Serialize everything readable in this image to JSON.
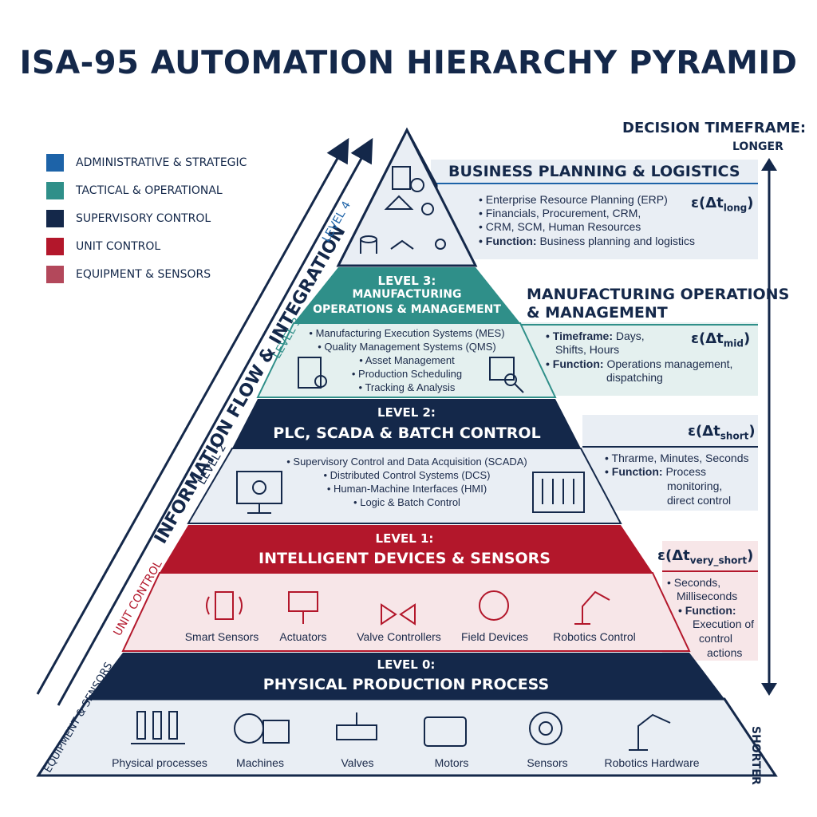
{
  "title": "ISA-95 AUTOMATION HIERARCHY PYRAMID",
  "legend": [
    {
      "label": "ADMINISTRATIVE & STRATEGIC",
      "color": "#1d63a8"
    },
    {
      "label": "TACTICAL & OPERATIONAL",
      "color": "#2f8f89"
    },
    {
      "label": "SUPERVISORY CONTROL",
      "color": "#14284a"
    },
    {
      "label": "UNIT CONTROL",
      "color": "#b3172b"
    },
    {
      "label": "EQUIPMENT & SENSORS",
      "color": "#b3485b"
    }
  ],
  "timeframe": {
    "title": "DECISION TIMEFRAME:",
    "top": "LONGER",
    "bottom": "SHORTER"
  },
  "flow_label": "INFORMATION FLOW & INTEGRATION",
  "side_labels": {
    "level4": "LEVEL 4",
    "level3": "LEVEL 3",
    "level2": "LEVEL 2",
    "unit": "UNIT CONTROL",
    "equip": "EQUIPMENT & SENSORS"
  },
  "level4": {
    "title": "BUSINESS PLANNING & LOGISTICS",
    "bullets": [
      "• Enterprise Resource Planning (ERP)",
      "• Financials, Procurement, CRM,",
      "• CRM, SCM, Human Resources"
    ],
    "function_label": "• Function:",
    "function_text": " Business planning and logistics",
    "eps_main": "ε(Δt",
    "eps_sub": "long",
    "eps_close": ")"
  },
  "level3": {
    "header_line1": "LEVEL 3:",
    "header_line2": "MANUFACTURING",
    "header_line3": "OPERATIONS & MANAGEMENT",
    "bullets": [
      "• Manufacturing Execution Systems (MES)",
      "• Quality Management Systems (QMS)",
      "• Asset Management",
      "• Production Scheduling",
      "• Tracking & Analysis"
    ],
    "right_title_line1": "MANUFACTURING OPERATIONS",
    "right_title_line2": "& MANAGEMENT",
    "timeframe_label": "• Timeframe:",
    "timeframe_text1": " Days,",
    "timeframe_text2": "Shifts, Hours",
    "function_label": "• Function:",
    "function_text1": " Operations management,",
    "function_text2": "dispatching",
    "eps_main": "ε(Δt",
    "eps_sub": "mid",
    "eps_close": ")"
  },
  "level2": {
    "header_line1": "LEVEL 2:",
    "header_line2": "PLC, SCADA & BATCH CONTROL",
    "bullets": [
      "• Supervisory Control and Data Acquisition (SCADA)",
      "• Distributed Control Systems (DCS)",
      "• Human-Machine Interfaces (HMI)",
      "• Logic & Batch Control"
    ],
    "right_line1": "• Thrarme, Minutes, Seconds",
    "function_label": "• Function:",
    "function_text1": " Process",
    "function_text2": "monitoring,",
    "function_text3": "direct control",
    "eps_main": "ε(Δt",
    "eps_sub": "short",
    "eps_close": ")"
  },
  "level1": {
    "header_line1": "LEVEL 1:",
    "header_line2": "INTELLIGENT DEVICES & SENSORS",
    "items": [
      "Smart Sensors",
      "Actuators",
      "Valve Controllers",
      "Field Devices",
      "Robotics Control"
    ],
    "right_line1": "• Seconds,",
    "right_line2": "Milliseconds",
    "function_label": "• Function:",
    "function_text1": "Execution of",
    "function_text2": "control",
    "function_text3": "actions",
    "eps_main": "ε(Δt",
    "eps_sub": "very_short",
    "eps_close": ")"
  },
  "level0": {
    "header_line1": "LEVEL 0:",
    "header_line2": "PHYSICAL PRODUCTION PROCESS",
    "items": [
      "Physical processes",
      "Machines",
      "Valves",
      "Motors",
      "Sensors",
      "Robotics Hardware"
    ]
  },
  "colors": {
    "navy": "#14284a",
    "teal": "#2f8f89",
    "red": "#b3172b",
    "light_teal": "#e4f0ef",
    "light_red": "#f7e6e8",
    "light_gray": "#e9eef4"
  }
}
